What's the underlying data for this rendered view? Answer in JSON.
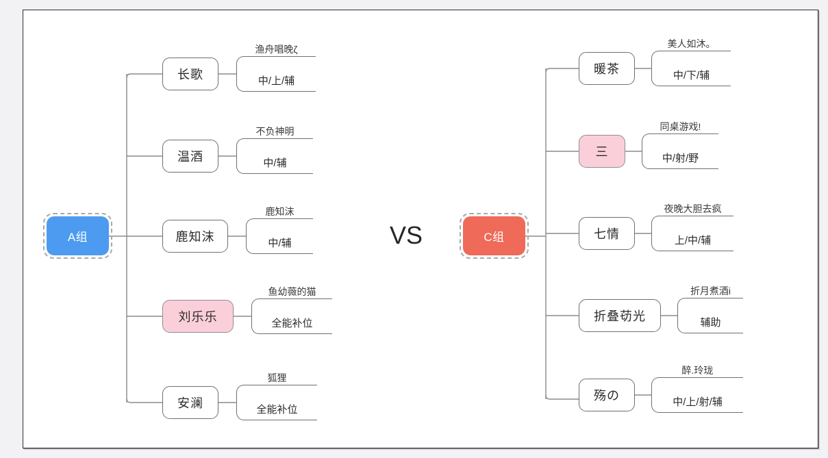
{
  "canvas": {
    "background_color": "#f2f2f4",
    "sheet_color": "#ffffff",
    "dot_color": "#d8d8dc"
  },
  "versus": {
    "label": "VS"
  },
  "teams": [
    {
      "id": "team-a",
      "root_label": "A组",
      "root_color": "#4d9bf0",
      "side": "left",
      "members": [
        {
          "name": "长歌",
          "highlight": false,
          "title": "渔舟唱晚ζ",
          "role": "中/上/辅"
        },
        {
          "name": "温酒",
          "highlight": false,
          "title": "不负神明",
          "role": "中/辅"
        },
        {
          "name": "鹿知沫",
          "highlight": false,
          "title": "鹿知沫",
          "role": "中/辅"
        },
        {
          "name": "刘乐乐",
          "highlight": true,
          "highlight_color": "#fbcfd9",
          "title": "鱼幼薇的猫",
          "role": "全能补位"
        },
        {
          "name": "安澜",
          "highlight": false,
          "title": "狐狸",
          "role": "全能补位"
        }
      ]
    },
    {
      "id": "team-c",
      "root_label": "C组",
      "root_color": "#ef6a58",
      "side": "right",
      "members": [
        {
          "name": "暖茶",
          "highlight": false,
          "title": "美人如沐。",
          "role": "中/下/辅"
        },
        {
          "name": "三",
          "highlight": true,
          "highlight_color": "#fbcfd9",
          "title": "同桌游戏!",
          "role": "中/射/野"
        },
        {
          "name": "七情",
          "highlight": false,
          "title": "夜晚大胆去疯",
          "role": "上/中/辅"
        },
        {
          "name": "折叠苆光",
          "highlight": false,
          "title": "折月煮酒i",
          "role": "辅助"
        },
        {
          "name": "殇の",
          "highlight": false,
          "title": "醉.玲珑",
          "role": "中/上/射/辅"
        }
      ]
    }
  ]
}
